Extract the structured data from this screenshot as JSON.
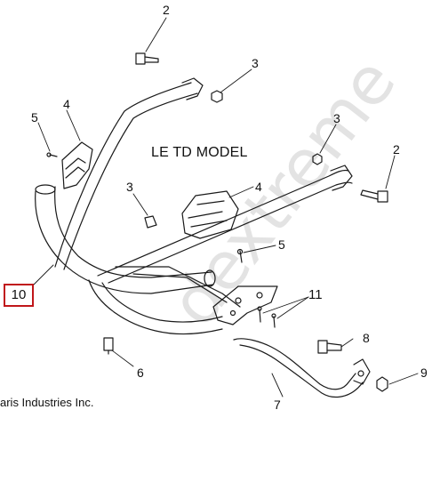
{
  "model_title": "LE TD MODEL",
  "copyright": "aris Industries Inc.",
  "watermark": "dextreme",
  "highlighted_callout": "10",
  "callouts": {
    "c2_top": "2",
    "c3_top": "3",
    "c4_left": "4",
    "c5_left": "5",
    "c3_right": "3",
    "c2_right": "2",
    "c3_mid": "3",
    "c4_mid": "4",
    "c5_mid": "5",
    "c11": "11",
    "c8": "8",
    "c6": "6",
    "c9": "9",
    "c7": "7"
  },
  "colors": {
    "highlight_box": "#c0161a",
    "line": "#1a1a1a",
    "watermark": "#e3e3e3"
  }
}
